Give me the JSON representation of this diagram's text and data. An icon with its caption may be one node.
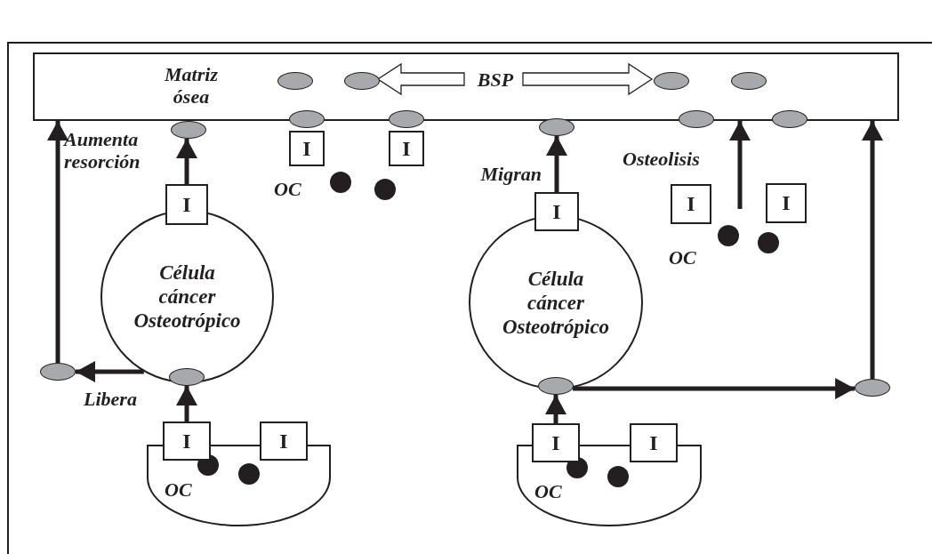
{
  "diagram": {
    "nodes": [
      {
        "text": [
          "Matriz ósea"
        ]
      },
      {
        "text": [],
        "shape": "ellipse",
        "in": 0
      },
      {
        "text": [],
        "shape": "ellipse",
        "in": 0
      },
      {
        "text": [
          "BSP"
        ],
        "in": 0
      },
      {
        "text": [],
        "shape": "ellipse",
        "in": 0
      },
      {
        "text": [],
        "shape": "ellipse",
        "in": 0
      },
      {
        "text": [],
        "shape": "ellipse"
      },
      {
        "text": [],
        "shape": "ellipse"
      },
      {
        "text": [],
        "shape": "ellipse"
      },
      {
        "text": [],
        "shape": "ellipse"
      },
      {
        "text": [],
        "shape": "ellipse"
      },
      {
        "text": [],
        "shape": "ellipse"
      },
      {
        "text": [
          "I"
        ]
      },
      {
        "text": [
          "I"
        ]
      },
      {
        "text": [
          "I"
        ]
      },
      {
        "text": [
          "I"
        ]
      },
      {
        "text": [
          "I"
        ]
      },
      {
        "text": [
          "I"
        ]
      },
      {
        "text": [
          "Célula cáncer Osteotrópico"
        ]
      },
      {
        "text": [
          "Célula cáncer Osteotrópico"
        ]
      },
      {
        "text": [],
        "shape": "ellipse"
      },
      {
        "text": [],
        "shape": "ellipse"
      },
      {
        "text": [],
        "shape": "ellipse"
      },
      {
        "text": [],
        "shape": "ellipse"
      },
      {
        "text": [
          "OC"
        ]
      },
      {
        "text": [
          "I"
        ]
      },
      {
        "text": [
          "I"
        ]
      },
      {
        "text": [
          "OC"
        ]
      },
      {
        "text": [
          "I"
        ]
      },
      {
        "text": [
          "I"
        ]
      }
    ],
    "edges": [
      {
        "from": 3,
        "to": 2,
        "arrow": "to",
        "style": "thick"
      },
      {
        "from": 3,
        "to": 4,
        "arrow": "to",
        "style": "thick"
      },
      {
        "from": 16,
        "to": 10,
        "arrow": "to"
      },
      {
        "from": 17,
        "to": 11,
        "arrow": "to",
        "label": "Migran"
      },
      {
        "from": null,
        "to": 0,
        "arrow": "to",
        "label": "Osteolisis"
      },
      {
        "from": 20,
        "to": 0,
        "arrow": "to",
        "label": "Aumenta resorción"
      },
      {
        "from": 23,
        "to": 0,
        "arrow": "to"
      },
      {
        "from": 18,
        "to": 20,
        "arrow": "to",
        "label": "Libera"
      },
      {
        "from": 22,
        "to": 23,
        "arrow": "to"
      },
      {
        "from": 25,
        "to": 21,
        "arrow": "to"
      },
      {
        "from": 28,
        "to": 22,
        "arrow": "to"
      }
    ],
    "labels": [
      "OC",
      "OC"
    ]
  }
}
